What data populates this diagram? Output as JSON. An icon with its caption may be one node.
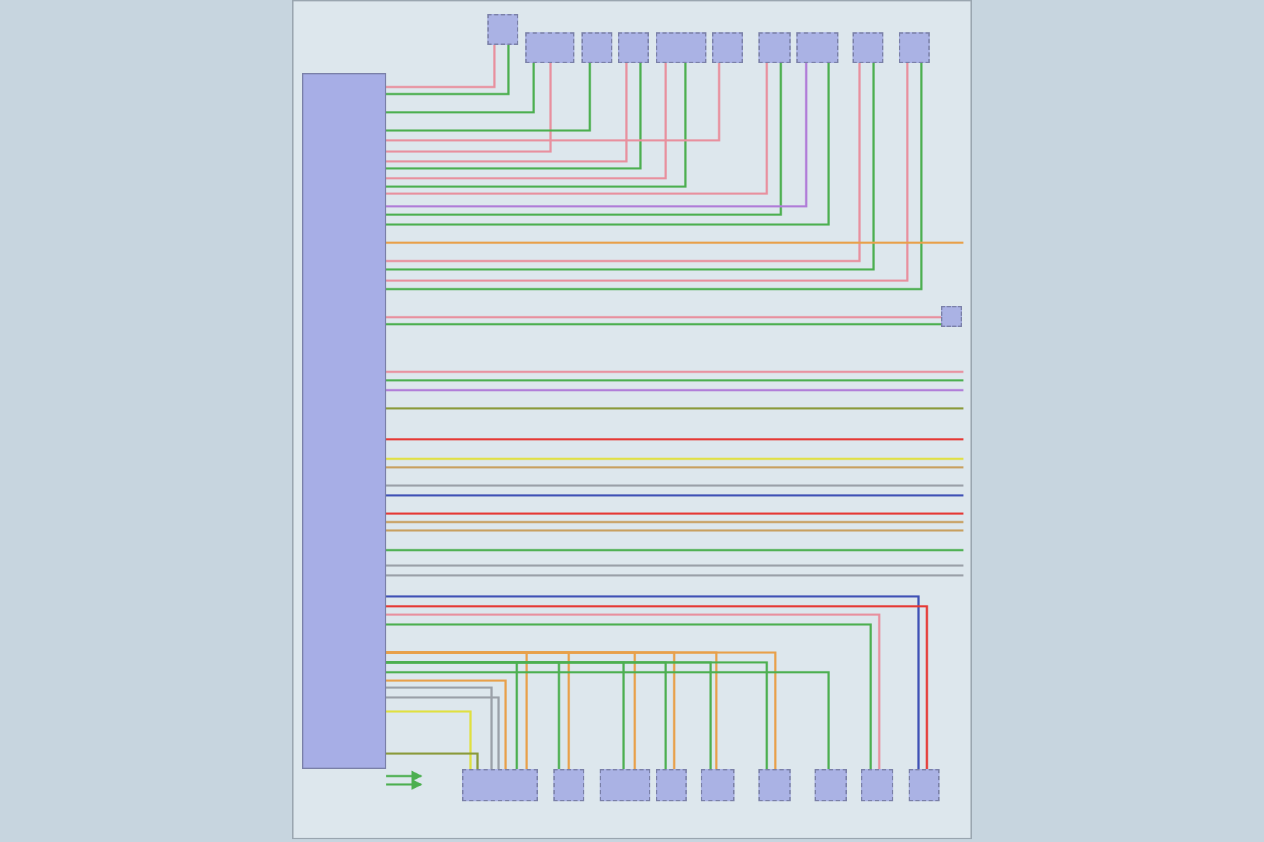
{
  "diagram": {
    "nodes": [
      {
        "text": [],
        "shape": "box"
      },
      {
        "text": [],
        "shape": "box"
      },
      {
        "text": [],
        "shape": "box"
      },
      {
        "text": [],
        "shape": "box"
      },
      {
        "text": [],
        "shape": "box"
      },
      {
        "text": [],
        "shape": "box"
      },
      {
        "text": [],
        "shape": "box"
      },
      {
        "text": [],
        "shape": "box"
      },
      {
        "text": [],
        "shape": "box"
      },
      {
        "text": [],
        "shape": "box"
      },
      {
        "text": [],
        "shape": "box"
      },
      {
        "text": [],
        "shape": "box"
      },
      {
        "text": [],
        "shape": "box"
      },
      {
        "text": [],
        "shape": "box"
      },
      {
        "text": [],
        "shape": "box"
      },
      {
        "text": [],
        "shape": "box"
      },
      {
        "text": [],
        "shape": "box"
      },
      {
        "text": [],
        "shape": "box"
      },
      {
        "text": [],
        "shape": "box"
      },
      {
        "text": [],
        "shape": "box"
      },
      {
        "text": [],
        "shape": "box"
      }
    ],
    "edges": [
      {
        "from": 0,
        "to": 1,
        "arrow": "none",
        "color": "#e8909e"
      },
      {
        "from": 0,
        "to": 1,
        "arrow": "none",
        "color": "#4caf50"
      },
      {
        "from": 0,
        "to": 2,
        "arrow": "none",
        "color": "#4caf50"
      },
      {
        "from": 0,
        "to": 2,
        "arrow": "none",
        "color": "#e8909e"
      },
      {
        "from": 0,
        "to": 3,
        "arrow": "none",
        "color": "#4caf50"
      },
      {
        "from": 0,
        "to": 4,
        "arrow": "none",
        "color": "#e8909e"
      },
      {
        "from": 0,
        "to": 4,
        "arrow": "none",
        "color": "#4caf50"
      },
      {
        "from": 0,
        "to": 5,
        "arrow": "none",
        "color": "#e8909e"
      },
      {
        "from": 0,
        "to": 5,
        "arrow": "none",
        "color": "#4caf50"
      },
      {
        "from": 0,
        "to": 6,
        "arrow": "none",
        "color": "#e8909e"
      },
      {
        "from": 0,
        "to": 7,
        "arrow": "none",
        "color": "#e8909e"
      },
      {
        "from": 0,
        "to": 7,
        "arrow": "none",
        "color": "#4caf50"
      },
      {
        "from": 0,
        "to": 8,
        "arrow": "none",
        "color": "#b07cd8"
      },
      {
        "from": 0,
        "to": 8,
        "arrow": "none",
        "color": "#4caf50"
      },
      {
        "from": 0,
        "to": 9,
        "arrow": "none",
        "color": "#e8909e"
      },
      {
        "from": 0,
        "to": 9,
        "arrow": "none",
        "color": "#4caf50"
      },
      {
        "from": 0,
        "to": 10,
        "arrow": "none",
        "color": "#e8909e"
      },
      {
        "from": 0,
        "to": 10,
        "arrow": "none",
        "color": "#4caf50"
      },
      {
        "from": 0,
        "to": 11,
        "arrow": "none",
        "color": "#e8909e"
      },
      {
        "from": 0,
        "to": 11,
        "arrow": "none",
        "color": "#4caf50"
      },
      {
        "from": 0,
        "to": null,
        "arrow": "none",
        "color": "#e8a04a"
      },
      {
        "from": 0,
        "to": null,
        "arrow": "none",
        "color": "#e8909e"
      },
      {
        "from": 0,
        "to": null,
        "arrow": "none",
        "color": "#4caf50"
      },
      {
        "from": 0,
        "to": null,
        "arrow": "none",
        "color": "#b07cd8"
      },
      {
        "from": 0,
        "to": null,
        "arrow": "none",
        "color": "#8a9a3a"
      },
      {
        "from": 0,
        "to": null,
        "arrow": "none",
        "color": "#e53935"
      },
      {
        "from": 0,
        "to": null,
        "arrow": "none",
        "color": "#e0e040"
      },
      {
        "from": 0,
        "to": null,
        "arrow": "none",
        "color": "#c8a060"
      },
      {
        "from": 0,
        "to": null,
        "arrow": "none",
        "color": "#9aa0a8"
      },
      {
        "from": 0,
        "to": null,
        "arrow": "none",
        "color": "#3f51b5"
      },
      {
        "from": 0,
        "to": null,
        "arrow": "none",
        "color": "#e53935"
      },
      {
        "from": 0,
        "to": null,
        "arrow": "none",
        "color": "#c8a060"
      },
      {
        "from": 0,
        "to": null,
        "arrow": "none",
        "color": "#c8a060"
      },
      {
        "from": 0,
        "to": null,
        "arrow": "none",
        "color": "#4caf50"
      },
      {
        "from": 0,
        "to": null,
        "arrow": "none",
        "color": "#9aa0a8"
      },
      {
        "from": 0,
        "to": null,
        "arrow": "none",
        "color": "#9aa0a8"
      },
      {
        "from": 0,
        "to": 20,
        "arrow": "none",
        "color": "#3f51b5"
      },
      {
        "from": 0,
        "to": 20,
        "arrow": "none",
        "color": "#e53935"
      },
      {
        "from": 0,
        "to": 19,
        "arrow": "none",
        "color": "#e8909e"
      },
      {
        "from": 0,
        "to": 19,
        "arrow": "none",
        "color": "#4caf50"
      },
      {
        "from": 0,
        "to": 12,
        "arrow": "none",
        "color": "#e8a04a"
      },
      {
        "from": 0,
        "to": 12,
        "arrow": "none",
        "color": "#4caf50"
      },
      {
        "from": 0,
        "to": 13,
        "arrow": "none",
        "color": "#e8a04a"
      },
      {
        "from": 0,
        "to": 13,
        "arrow": "none",
        "color": "#4caf50"
      },
      {
        "from": 0,
        "to": 14,
        "arrow": "none",
        "color": "#e8a04a"
      },
      {
        "from": 0,
        "to": 14,
        "arrow": "none",
        "color": "#4caf50"
      },
      {
        "from": 0,
        "to": 15,
        "arrow": "none",
        "color": "#e8a04a"
      },
      {
        "from": 0,
        "to": 15,
        "arrow": "none",
        "color": "#4caf50"
      },
      {
        "from": 0,
        "to": 16,
        "arrow": "none",
        "color": "#e8a04a"
      },
      {
        "from": 0,
        "to": 16,
        "arrow": "none",
        "color": "#4caf50"
      },
      {
        "from": 0,
        "to": 17,
        "arrow": "none",
        "color": "#e8a04a"
      },
      {
        "from": 0,
        "to": 17,
        "arrow": "none",
        "color": "#4caf50"
      },
      {
        "from": 0,
        "to": 18,
        "arrow": "none",
        "color": "#4caf50"
      },
      {
        "from": 0,
        "to": 12,
        "arrow": "none",
        "color": "#e8a04a"
      },
      {
        "from": 0,
        "to": 12,
        "arrow": "none",
        "color": "#9aa0a8"
      },
      {
        "from": 0,
        "to": 12,
        "arrow": "none",
        "color": "#9aa0a8"
      },
      {
        "from": 0,
        "to": 12,
        "arrow": "none",
        "color": "#e0e040"
      },
      {
        "from": 0,
        "to": 12,
        "arrow": "none",
        "color": "#8a9a3a"
      },
      {
        "from": 0,
        "to": null,
        "arrow": "to",
        "color": "#4caf50"
      },
      {
        "from": 0,
        "to": null,
        "arrow": "to",
        "color": "#4caf50"
      }
    ]
  }
}
